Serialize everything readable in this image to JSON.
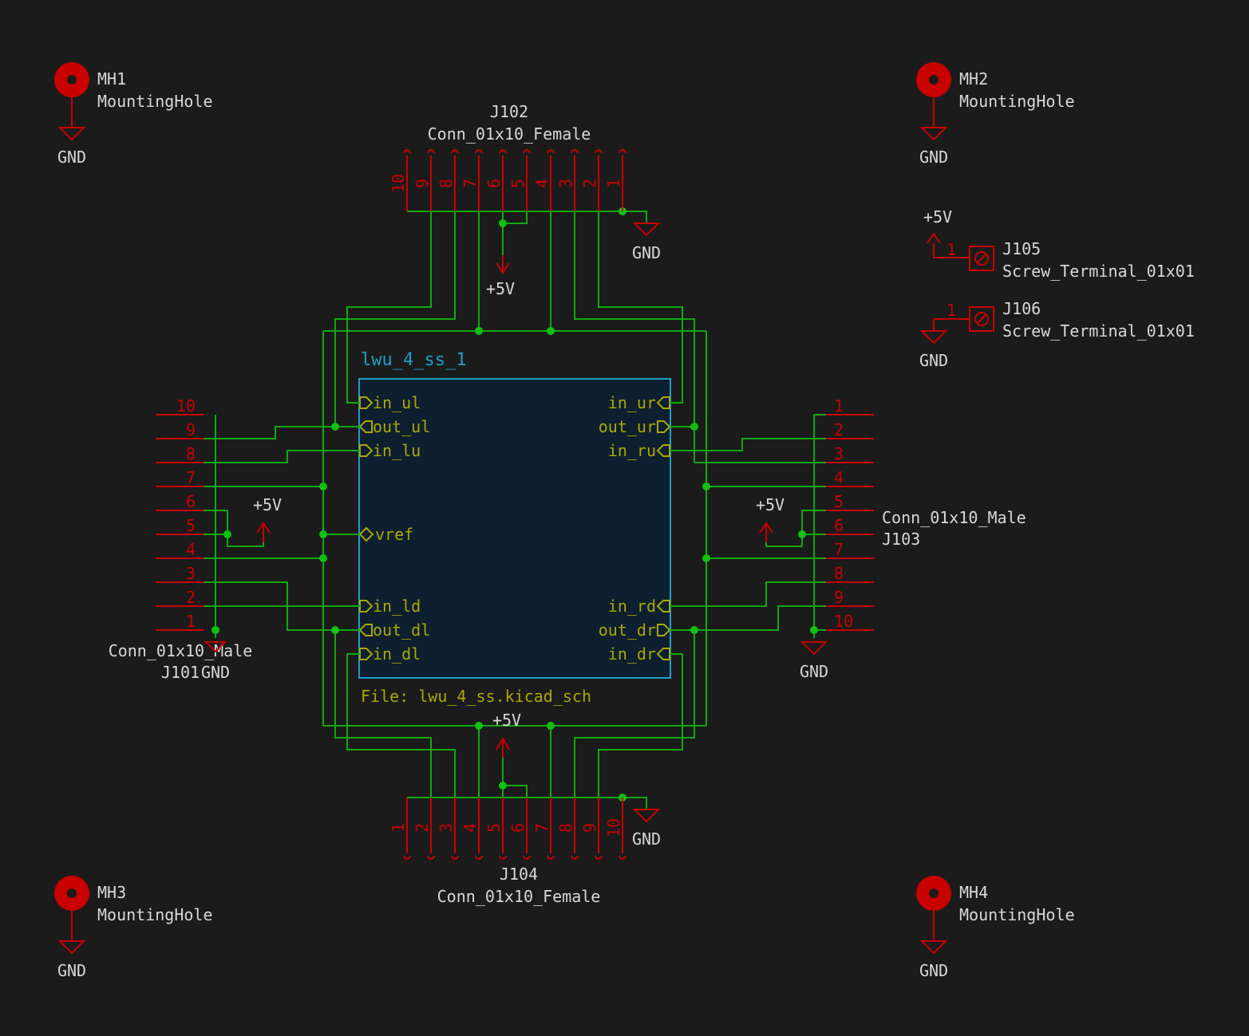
{
  "sheet": {
    "name": "lwu_4_ss_1",
    "file_label": "File: lwu_4_ss.kicad_sch",
    "pins_left": [
      "in_ul",
      "out_ul",
      "in_lu",
      "vref",
      "in_ld",
      "out_dl",
      "in_dl"
    ],
    "pins_right": [
      "in_ur",
      "out_ur",
      "in_ru",
      "in_rd",
      "out_dr",
      "in_dr"
    ]
  },
  "mounting_holes": [
    {
      "ref": "MH1",
      "value": "MountingHole",
      "power": "GND"
    },
    {
      "ref": "MH2",
      "value": "MountingHole",
      "power": "GND"
    },
    {
      "ref": "MH3",
      "value": "MountingHole",
      "power": "GND"
    },
    {
      "ref": "MH4",
      "value": "MountingHole",
      "power": "GND"
    }
  ],
  "connectors": {
    "j101": {
      "ref": "J101",
      "value": "Conn_01x10_Male"
    },
    "j102": {
      "ref": "J102",
      "value": "Conn_01x10_Female"
    },
    "j103": {
      "ref": "J103",
      "value": "Conn_01x10_Male"
    },
    "j104": {
      "ref": "J104",
      "value": "Conn_01x10_Female"
    },
    "j105": {
      "ref": "J105",
      "value": "Screw_Terminal_01x01",
      "pin": "1",
      "power": "+5V"
    },
    "j106": {
      "ref": "J106",
      "value": "Screw_Terminal_01x01",
      "pin": "1",
      "power": "GND"
    }
  },
  "pin_numbers": [
    "1",
    "2",
    "3",
    "4",
    "5",
    "6",
    "7",
    "8",
    "9",
    "10"
  ],
  "power_labels": {
    "vcc": "+5V",
    "gnd": "GND"
  },
  "colors": {
    "background": "#1b1b1b",
    "wire": "#10a810",
    "pin": "#c80000",
    "text": "#d8d8d8",
    "sheet_border": "#1e9ec8",
    "sheet_fill": "#0e1f30",
    "sheet_pin": "#a8a800"
  }
}
